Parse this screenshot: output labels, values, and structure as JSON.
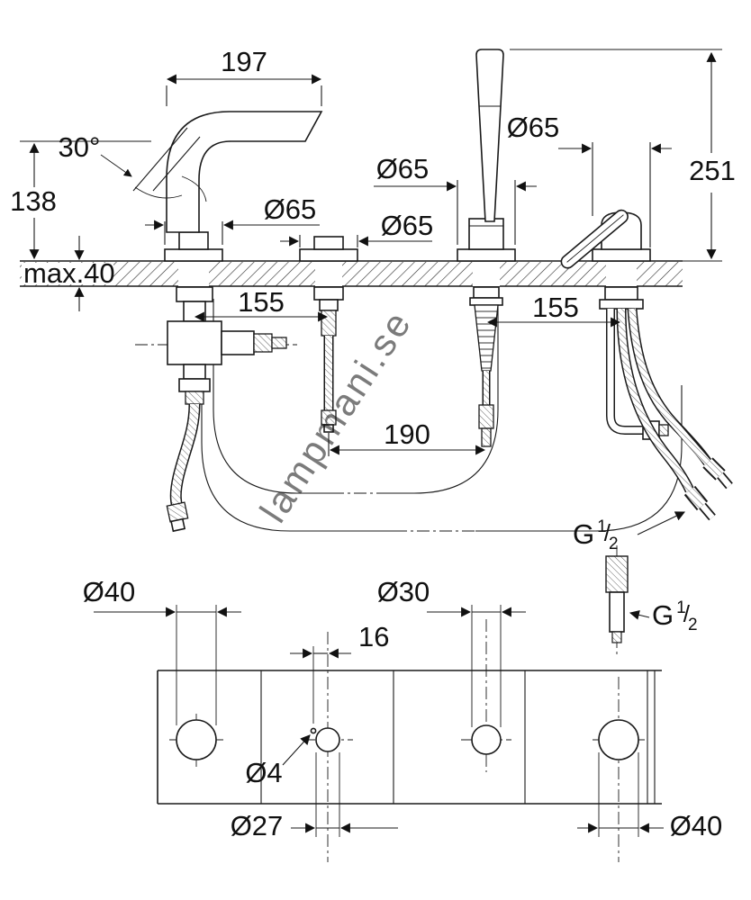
{
  "watermark": "lampmani.se",
  "top_view": {
    "dim_spout_reach": "197",
    "dim_spout_angle": "30°",
    "dim_spout_height": "138",
    "dim_deck_thickness": "max.40",
    "dim_shower_height": "251",
    "dim_escutcheon_spout": "Ø65",
    "dim_escutcheon_valve": "Ø65",
    "dim_escutcheon_holder": "Ø65",
    "dim_escutcheon_mixer": "Ø65",
    "dim_spacing_spout_valve": "155",
    "dim_spacing_holder_mixer": "155",
    "dim_spacing_valve_holder": "190"
  },
  "thread": {
    "g": "G",
    "num": "1",
    "slash": "/",
    "den": "2"
  },
  "template_view": {
    "dim_hole_spout": "Ø40",
    "dim_hole_shower": "Ø30",
    "dim_pin_offset": "16",
    "dim_pin_hole": "Ø4",
    "dim_hole_valve": "Ø27",
    "dim_hole_mixer": "Ø40"
  }
}
